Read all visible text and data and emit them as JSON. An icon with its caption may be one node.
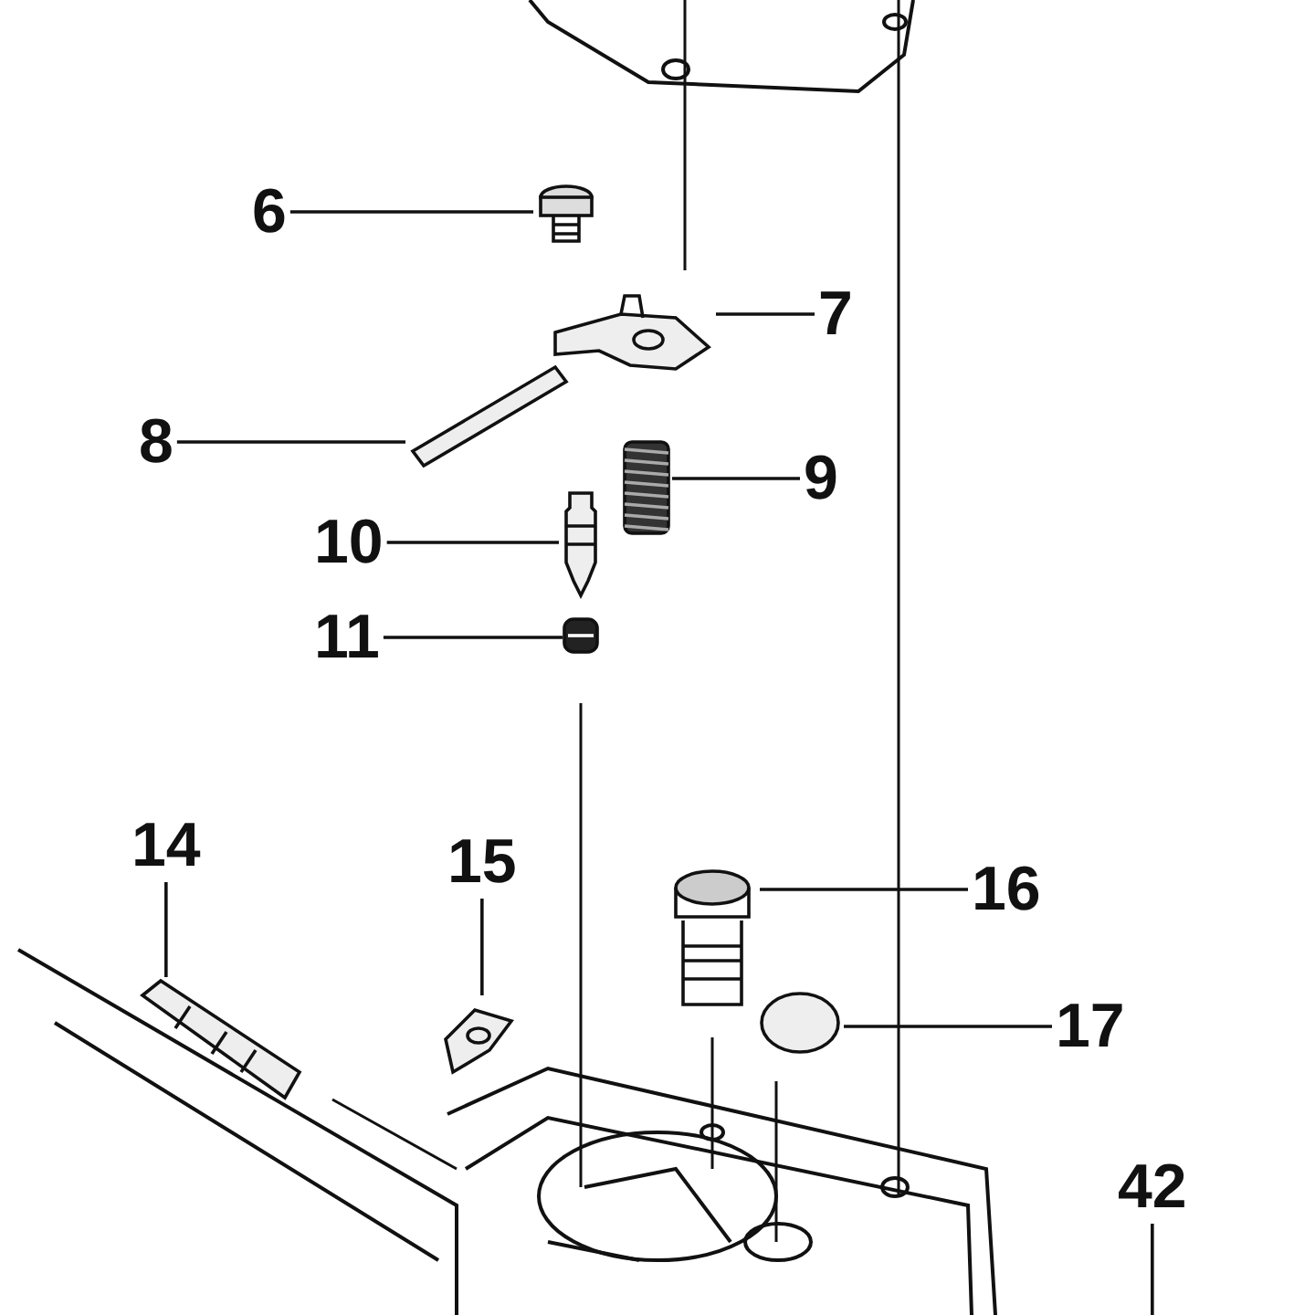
{
  "diagram": {
    "nodes": [
      {
        "text": [
          "6"
        ]
      },
      {
        "text": [
          "7"
        ]
      },
      {
        "text": [
          "8"
        ]
      },
      {
        "text": [
          "9"
        ]
      },
      {
        "text": [
          "10"
        ]
      },
      {
        "text": [
          "11"
        ]
      },
      {
        "text": [
          "14"
        ]
      },
      {
        "text": [
          "15"
        ]
      },
      {
        "text": [
          "16"
        ]
      },
      {
        "text": [
          "17"
        ]
      },
      {
        "text": [
          "42"
        ]
      },
      {
        "text": [],
        "shape": "picture"
      },
      {
        "text": [],
        "shape": "picture"
      },
      {
        "text": [],
        "shape": "picture"
      },
      {
        "text": [],
        "shape": "picture"
      },
      {
        "text": [],
        "shape": "picture"
      },
      {
        "text": [],
        "shape": "picture"
      },
      {
        "text": [],
        "shape": "picture"
      },
      {
        "text": [],
        "shape": "picture"
      },
      {
        "text": [],
        "shape": "picture"
      },
      {
        "text": [],
        "shape": "circle"
      }
    ],
    "edges": [
      {
        "from": 0,
        "to": 11,
        "arrow": "none"
      },
      {
        "from": 1,
        "to": 12,
        "arrow": "none"
      },
      {
        "from": 2,
        "to": 13,
        "arrow": "none"
      },
      {
        "from": 3,
        "to": 14,
        "arrow": "none"
      },
      {
        "from": 4,
        "to": 15,
        "arrow": "none"
      },
      {
        "from": 5,
        "to": 16,
        "arrow": "none"
      },
      {
        "from": 6,
        "to": 17,
        "arrow": "none"
      },
      {
        "from": 7,
        "to": 18,
        "arrow": "none"
      },
      {
        "from": 8,
        "to": 19,
        "arrow": "none"
      },
      {
        "from": 9,
        "to": 20,
        "arrow": "none"
      },
      {
        "from": 10,
        "to": null,
        "arrow": "none"
      }
    ]
  }
}
